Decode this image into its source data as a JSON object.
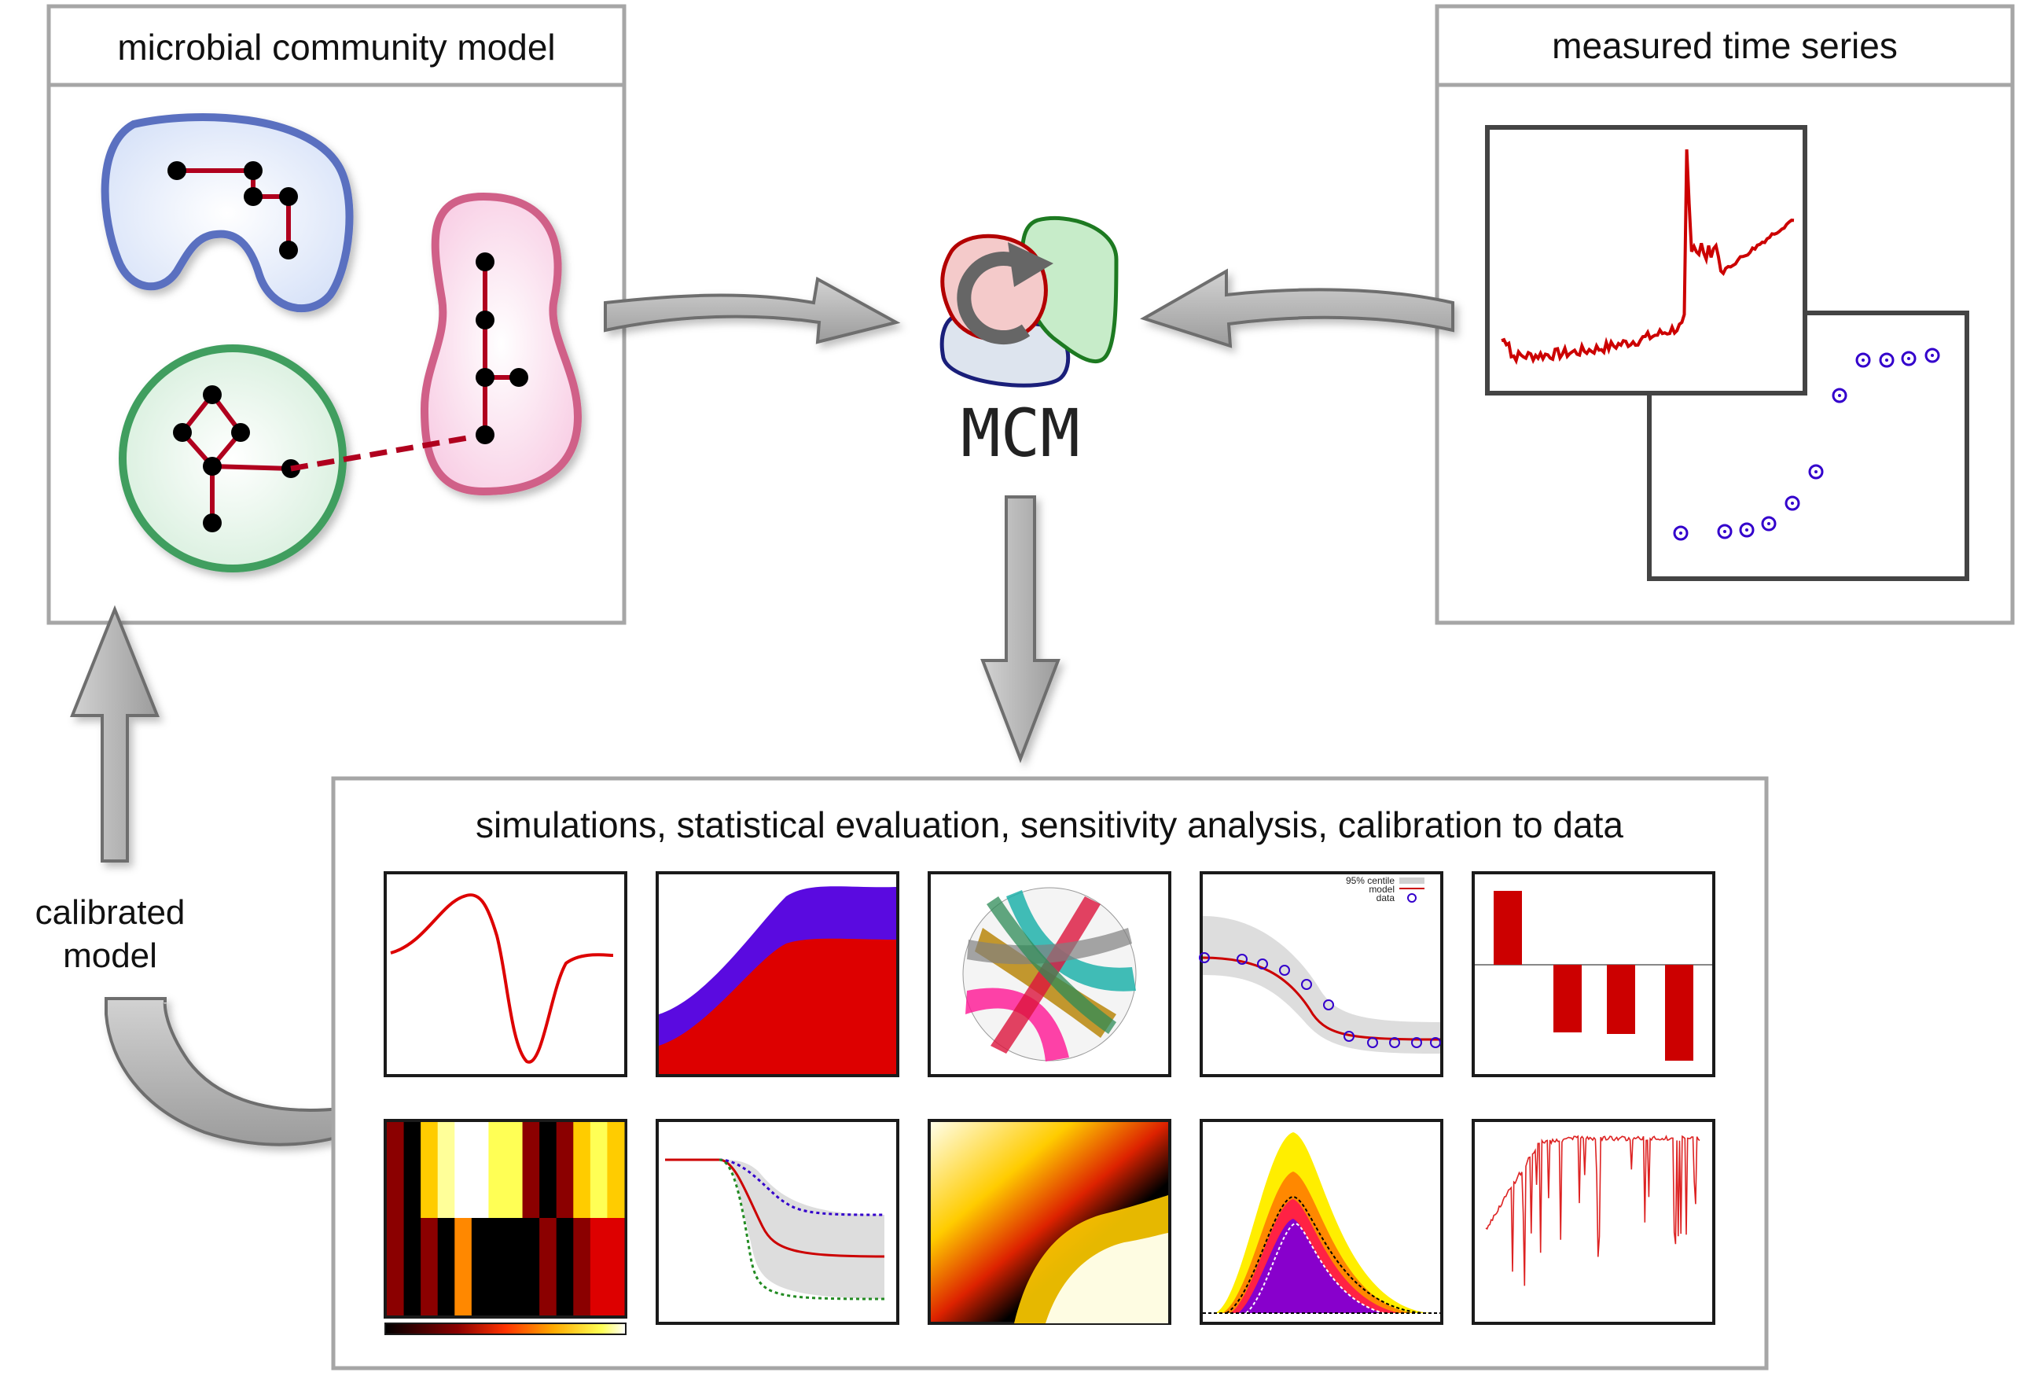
{
  "model_panel": {
    "title": "microbial community model"
  },
  "series_panel": {
    "title": "measured time series"
  },
  "center": {
    "logo_label": "MCM"
  },
  "results_panel": {
    "title": "simulations, statistical evaluation, sensitivity analysis, calibration to data"
  },
  "feedback": {
    "label_line1": "calibrated",
    "label_line2": "model"
  },
  "calibration_plot_legend": {
    "centile": "95% centile",
    "model": "model",
    "data": "data"
  },
  "colors": {
    "frame": "#a6a6a6",
    "plot_frame": "#1a1a1a",
    "red_line": "#cc0000",
    "blue_markers": "#3300cc",
    "purple_fill": "#5a0ae0",
    "gray_band": "#dddddd",
    "cell_blue": "#5a6fc0",
    "cell_green": "#3f9e5f",
    "cell_pink": "#d06088",
    "arrow_fill": "#b8b8b8",
    "arrow_stroke": "#6e6e6e"
  }
}
